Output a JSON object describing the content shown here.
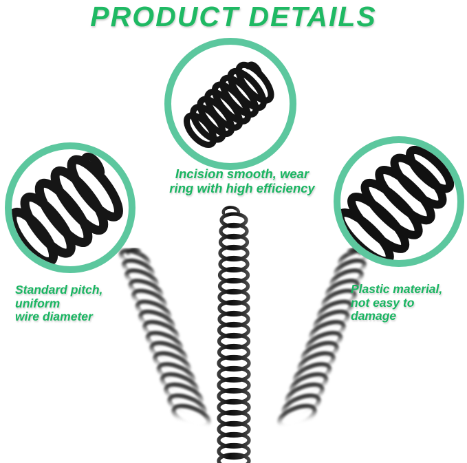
{
  "page": {
    "title": "PRODUCT DETAILS",
    "background_color": "#ffffff",
    "accent_green": "#19b561",
    "ring_green": "#5cc79e",
    "spring_color": "#1b1b1b"
  },
  "callouts": [
    {
      "id": "top",
      "icon": "coil-spring-diagonal-icon",
      "label": "Incision smooth, wear\nring with high efficiency"
    },
    {
      "id": "left",
      "icon": "coil-spring-closeup-icon",
      "label": "Standard pitch,\nuniform\nwire diameter"
    },
    {
      "id": "right",
      "icon": "coil-spring-zigzag-icon",
      "label": "Plastic material,\nnot easy to\ndamage"
    }
  ],
  "product": {
    "center_spring": "long-black-coil-spring",
    "left_spring": "tilted-coil-spring-left",
    "right_spring": "tilted-coil-spring-right"
  }
}
